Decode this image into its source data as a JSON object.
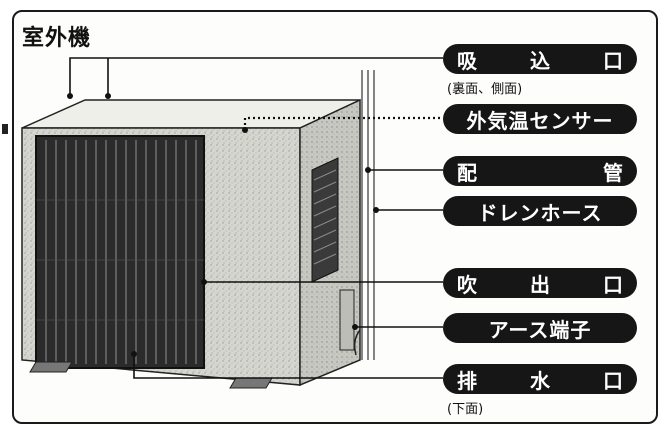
{
  "title": "室外機",
  "labels": [
    {
      "id": "intake",
      "text": "吸　込　口",
      "chars": [
        "吸",
        "込",
        "口"
      ],
      "sub": "(裏面、側面)"
    },
    {
      "id": "sensor",
      "text": "外気温センサー"
    },
    {
      "id": "piping",
      "text": "配　　　管",
      "chars": [
        "配",
        "管"
      ]
    },
    {
      "id": "drain-hose",
      "text": "ドレンホース"
    },
    {
      "id": "outlet",
      "text": "吹　出　口",
      "chars": [
        "吹",
        "出",
        "口"
      ]
    },
    {
      "id": "ground",
      "text": "アース端子"
    },
    {
      "id": "drain-port",
      "text": "排　水　口",
      "chars": [
        "排",
        "水",
        "口"
      ],
      "sub": "(下面)"
    }
  ],
  "colors": {
    "ink": "#161616",
    "unit_body": "#d9d9d4",
    "grille": "#2a2a2a",
    "background": "#fdfdfb"
  }
}
